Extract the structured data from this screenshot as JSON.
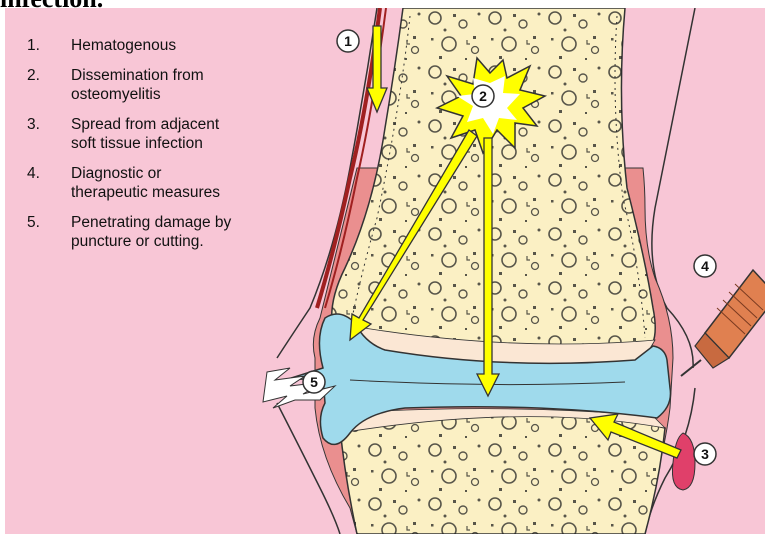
{
  "title_fragment": "infection.",
  "legend": [
    {
      "num": "1.",
      "line1": "Hematogenous",
      "line2": ""
    },
    {
      "num": "2.",
      "line1": "Dissemination from",
      "line2": "osteomyelitis"
    },
    {
      "num": "3.",
      "line1": "Spread from adjacent",
      "line2": "soft tissue infection"
    },
    {
      "num": "4.",
      "line1": "Diagnostic or",
      "line2": "therapeutic measures"
    },
    {
      "num": "5.",
      "line1": "Penetrating damage by",
      "line2": "puncture or cutting."
    }
  ],
  "callouts": {
    "c1": "1",
    "c2": "2",
    "c3": "3",
    "c4": "4",
    "c5": "5"
  },
  "colors": {
    "background": "#f8c6d6",
    "bone": "#fbf0c4",
    "capsule": "#ea8f8f",
    "synovial_fluid": "#9fdaec",
    "arrow": "#ffff00",
    "syringe": "#e08050",
    "blood_vessel": "#a02020"
  }
}
